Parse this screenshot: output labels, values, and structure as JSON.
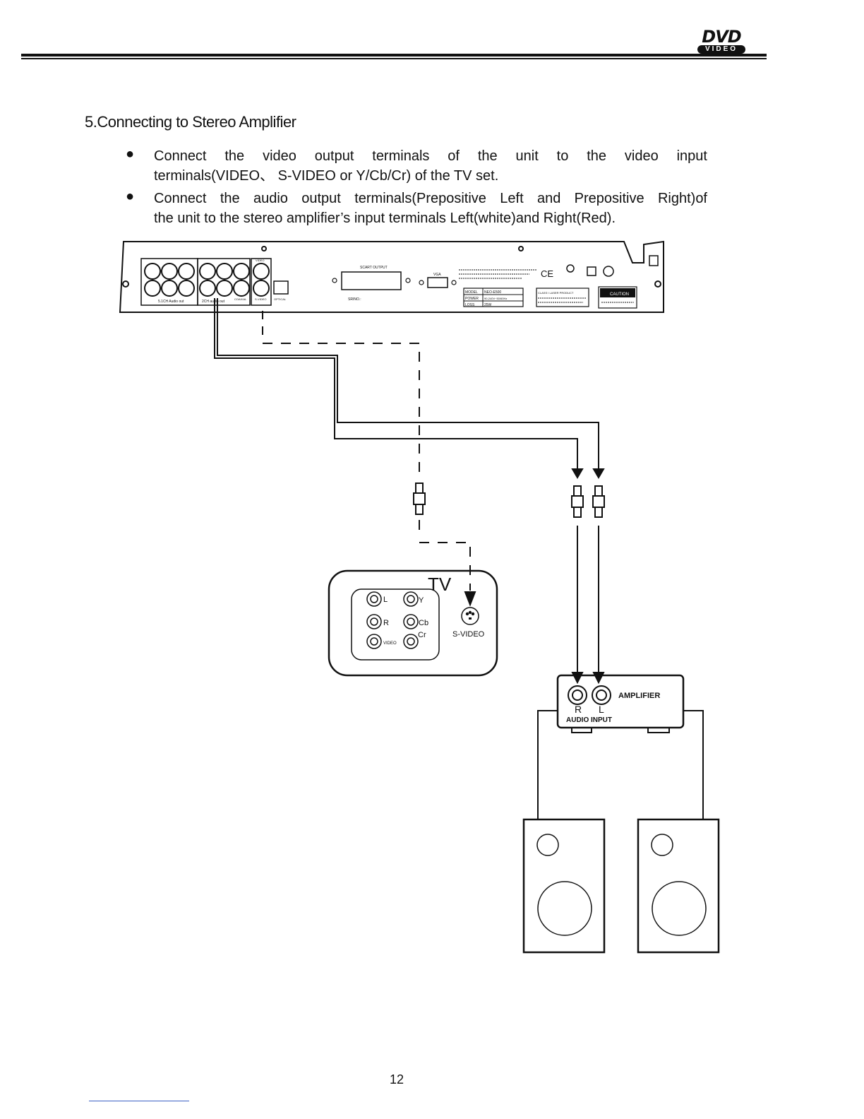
{
  "header": {
    "logo_top": "DVD",
    "logo_bottom": "VIDEO"
  },
  "section": {
    "title": "5.Connecting to Stereo Amplifier",
    "bullets": [
      {
        "line1": "Connect the video output terminals of the unit to the video input",
        "line2": "terminals(VIDEO、 S-VIDEO or Y/Cb/Cr) of the TV set."
      },
      {
        "line1": "Connect the audio output terminals(Prepositive Left and Prepositive Right)of",
        "line2": "the unit to the stereo amplifier’s input terminals Left(white)and Right(Red)."
      }
    ]
  },
  "diagram": {
    "unit_panel": {
      "group_51ch": "5.1CH Audio out",
      "group_2ch": "2CH audio out",
      "coaxial": "COAXIAL",
      "svideo": "S-VIDEO",
      "optical": "OPTICAL",
      "video": "VIDEO",
      "scart": "SCART OUTPUT",
      "vga": "VGA",
      "serial": "SRINO.:",
      "model_label": "MODEL",
      "model_value": "NEO-E500",
      "power_label": "POWER",
      "power_value": "90-240V~50/60Hz",
      "loss_label": "LOSS",
      "loss_value": "25W",
      "laser_label": "CLASS I LASER PRODUCT",
      "caution": "CAUTION",
      "ce": "CE"
    },
    "tv": {
      "label": "TV",
      "ports": [
        "L",
        "R",
        "VIDEO",
        "Y",
        "Cb",
        "Cr"
      ],
      "svideo": "S-VIDEO"
    },
    "amplifier": {
      "title": "AMPLIFIER",
      "right": "R",
      "left": "L",
      "input": "AUDIO INPUT"
    }
  },
  "footer": {
    "page_number": "12"
  }
}
